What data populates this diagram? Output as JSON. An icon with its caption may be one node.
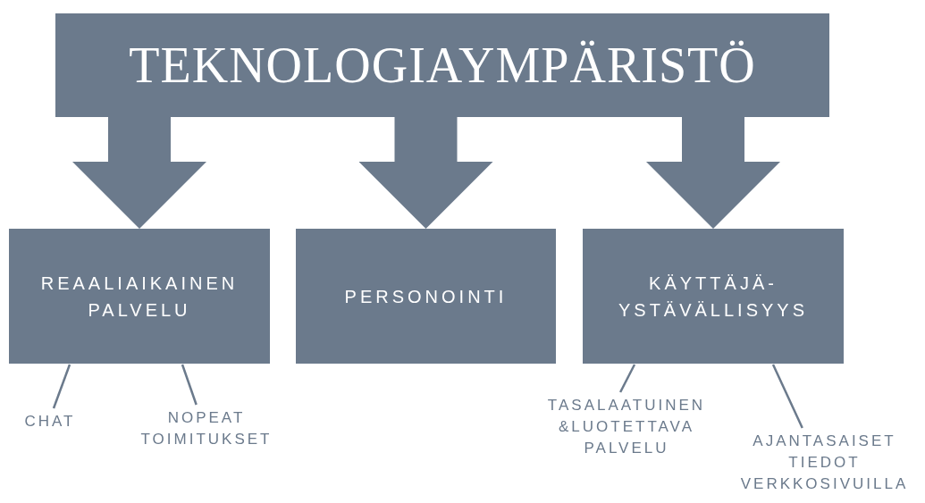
{
  "diagram": {
    "nodes": [
      {
        "text": [
          "TEKNOLOGIAYMPÄRISTÖ"
        ]
      },
      {
        "text": [
          "REAALIAIKAINEN PALVELU"
        ]
      },
      {
        "text": [
          "PERSONOINTI"
        ]
      },
      {
        "text": [
          "KÄYTTÄJÄ- YSTÄVÄLLISYYS"
        ]
      },
      {
        "text": [
          "CHAT"
        ]
      },
      {
        "text": [
          "NOPEAT TOIMITUKSET"
        ]
      },
      {
        "text": [
          "TASALAATUINEN &LUOTETTAVA PALVELU"
        ]
      },
      {
        "text": [
          "AJANTASAISET TIEDOT VERKKOSIVUILLA"
        ]
      }
    ],
    "edges": [
      {
        "from": 0,
        "to": 1,
        "arrow": "to",
        "style": "thick"
      },
      {
        "from": 0,
        "to": 2,
        "arrow": "to",
        "style": "thick"
      },
      {
        "from": 0,
        "to": 3,
        "arrow": "to",
        "style": "thick"
      },
      {
        "from": 4,
        "to": 1,
        "arrow": "none"
      },
      {
        "from": 5,
        "to": 1,
        "arrow": "none"
      },
      {
        "from": 6,
        "to": 3,
        "arrow": "none"
      },
      {
        "from": 7,
        "to": 3,
        "arrow": "none"
      }
    ]
  }
}
